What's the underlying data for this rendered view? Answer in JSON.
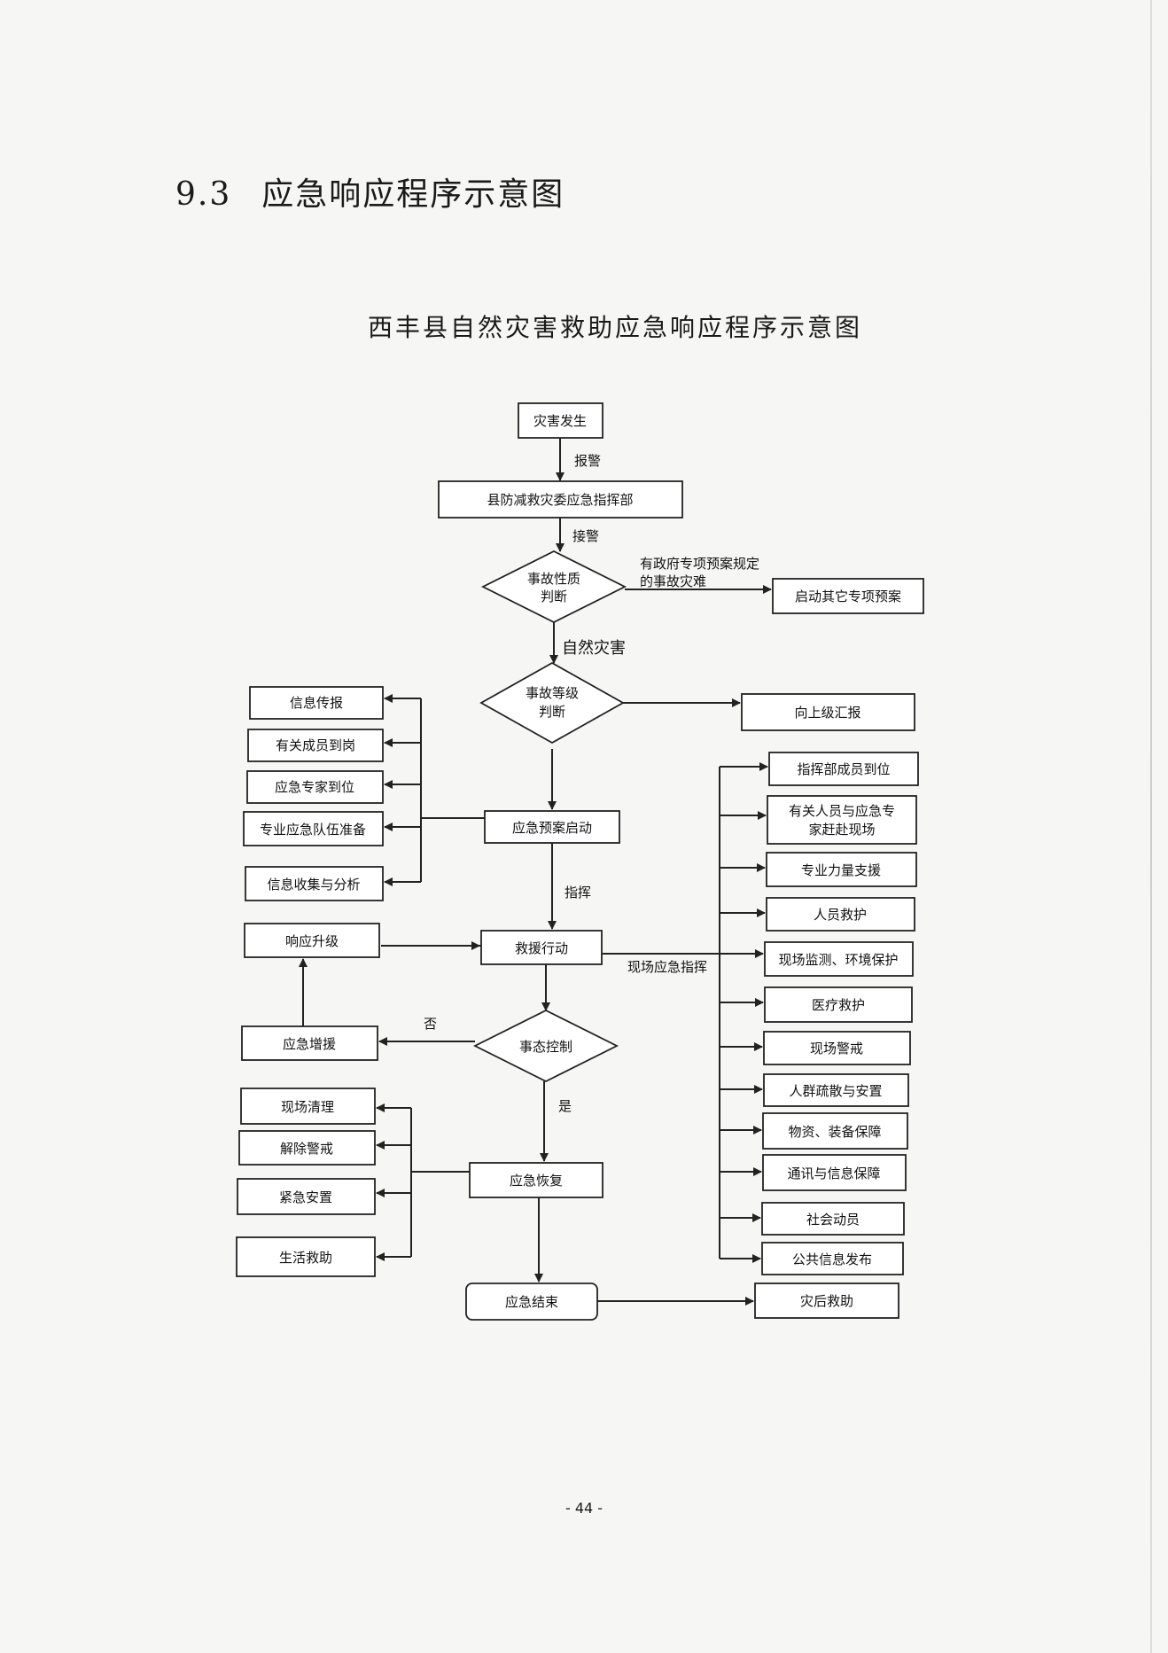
{
  "section": {
    "number": "9.3",
    "title": "应急响应程序示意图"
  },
  "diagram_title": "西丰县自然灾害救助应急响应程序示意图",
  "nodes": {
    "disaster_occurs": "灾害发生",
    "county_hq": "县防减救灾委应急指挥部",
    "nature_judge_l1": "事故性质",
    "nature_judge_l2": "判断",
    "other_plans": "启动其它专项预案",
    "level_judge_l1": "事故等级",
    "level_judge_l2": "判断",
    "report_up": "向上级汇报",
    "plan_start": "应急预案启动",
    "rescue_action": "救援行动",
    "situation_control": "事态控制",
    "emergency_recovery": "应急恢复",
    "emergency_end": "应急结束",
    "post_disaster": "灾后救助",
    "response_upgrade": "响应升级",
    "reinforce": "应急增援"
  },
  "left_items": [
    "信息传报",
    "有关成员到岗",
    "应急专家到位",
    "专业应急队伍准备",
    "信息收集与分析"
  ],
  "recovery_items": [
    "现场清理",
    "解除警戒",
    "紧急安置",
    "生活救助"
  ],
  "right_items": [
    "指挥部成员到位",
    "有关人员与应急专",
    "家赶赴现场",
    "专业力量支援",
    "人员救护",
    "现场监测、环境保护",
    "医疗救护",
    "现场警戒",
    "人群疏散与安置",
    "物资、装备保障",
    "通讯与信息保障",
    "社会动员",
    "公共信息发布"
  ],
  "edge_labels": {
    "report_alarm": "报警",
    "receive_alarm": "接警",
    "gov_plan_l1": "有政府专项预案规定",
    "gov_plan_l2": "的事故灾难",
    "natural_disaster": "自然灾害",
    "command": "指挥",
    "onsite_command": "现场应急指挥",
    "no": "否",
    "yes": "是"
  },
  "page_number": "- 44 -"
}
